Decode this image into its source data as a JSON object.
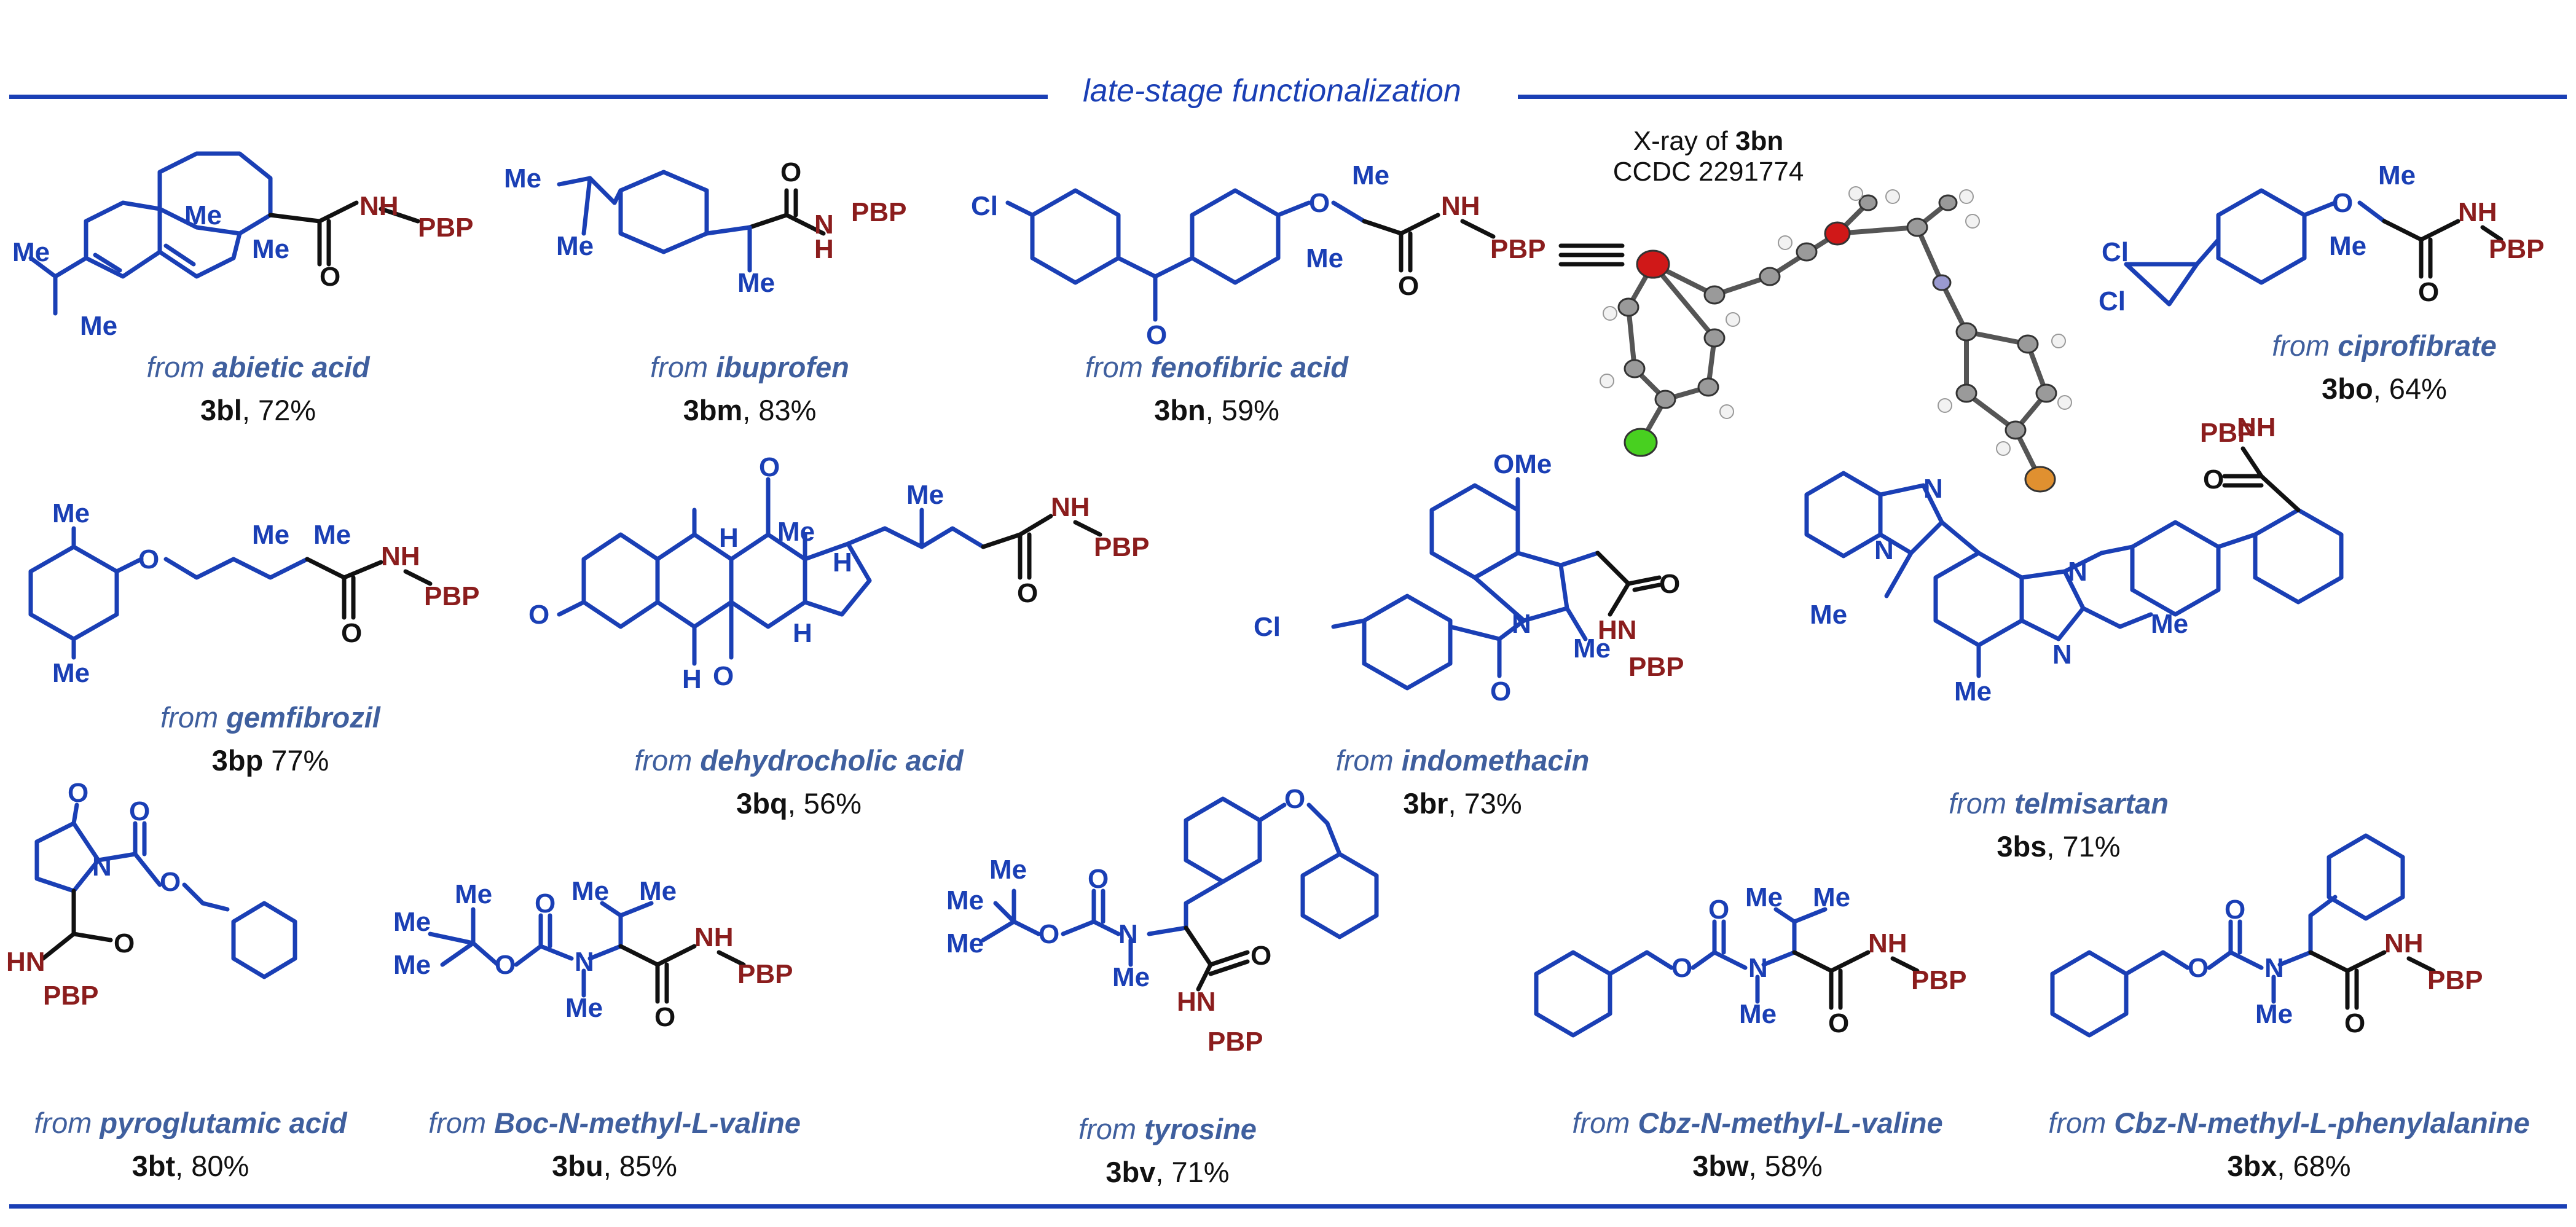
{
  "header": {
    "title": "late-stage functionalization"
  },
  "xray": {
    "line1_prefix": "X-ray of ",
    "line1_compound": "3bn",
    "line2": "CCDC 2291774"
  },
  "groups": {
    "pbp": "PBP",
    "me": "Me",
    "nh": "NH",
    "hn": "HN",
    "h": "H",
    "n": "N",
    "o": "O",
    "cl": "Cl",
    "ome": "OMe"
  },
  "compounds": [
    {
      "id": "3bl",
      "from": "from ",
      "source": "abietic acid",
      "yield": ", 72%"
    },
    {
      "id": "3bm",
      "from": "from ",
      "source": "ibuprofen",
      "yield": ", 83%"
    },
    {
      "id": "3bn",
      "from": "from ",
      "source": "fenofibric acid",
      "yield": ", 59%"
    },
    {
      "id": "3bo",
      "from": "from ",
      "source": "ciprofibrate",
      "yield": ", 64%"
    },
    {
      "id": "3bp",
      "from": "from ",
      "source": "gemfibrozil",
      "yield": " 77%"
    },
    {
      "id": "3bq",
      "from": "from ",
      "source": "dehydrocholic acid",
      "yield": ", 56%"
    },
    {
      "id": "3br",
      "from": "from ",
      "source": "indomethacin",
      "yield": ", 73%"
    },
    {
      "id": "3bs",
      "from": "from ",
      "source": "telmisartan",
      "yield": ", 71%"
    },
    {
      "id": "3bt",
      "from": "from ",
      "source": "pyroglutamic acid",
      "yield": ", 80%"
    },
    {
      "id": "3bu",
      "from": "from ",
      "source": "Boc-N-methyl-L-valine",
      "yield": ", 85%"
    },
    {
      "id": "3bv",
      "from": "from ",
      "source": "tyrosine",
      "yield": ", 71%"
    },
    {
      "id": "3bw",
      "from": "from ",
      "source": "Cbz-N-methyl-L-valine",
      "yield": ", 58%"
    },
    {
      "id": "3bx",
      "from": "from ",
      "source": "Cbz-N-methyl-L-phenylalanine",
      "yield": ", 68%"
    }
  ],
  "colors": {
    "structure_blue": "#1a3fb5",
    "amide_black": "#111111",
    "pbp_red": "#8b1d1d",
    "caption_blue": "#3f5f9e"
  }
}
